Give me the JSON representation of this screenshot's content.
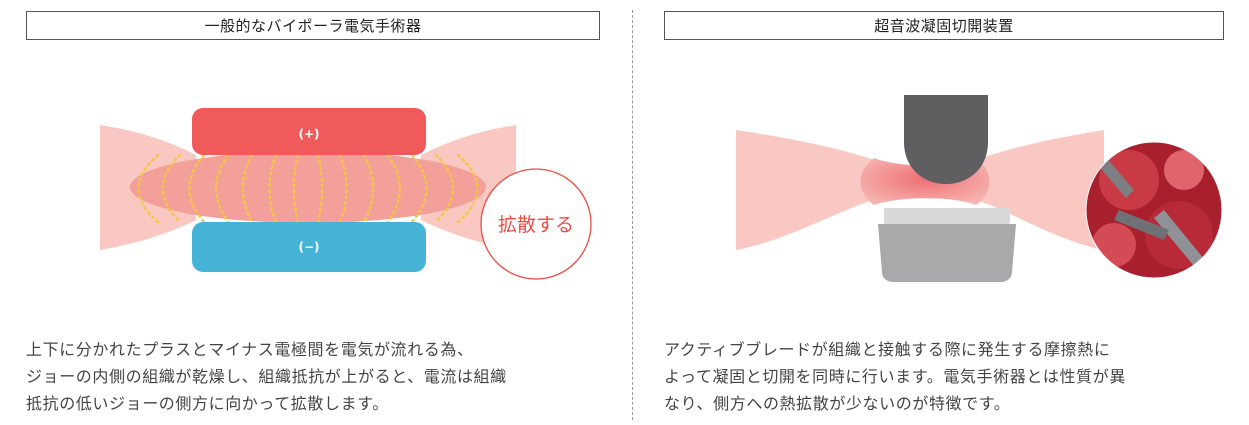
{
  "left": {
    "title": "一般的なバイポーラ電気手術器",
    "upper_jaw_label": "(+)",
    "lower_jaw_label": "(−)",
    "callout_label": "拡散する",
    "description_lines": [
      "上下に分かれたプラスとマイナス電極間を電気が流れる為、",
      "ジョーの内側の組織が乾燥し、組織抵抗が上がると、電流は組織",
      "抵抗の低いジョーの側方に向かって拡散します。"
    ]
  },
  "right": {
    "title": "超音波凝固切開装置",
    "description_lines": [
      "アクティブブレードが組織と接触する際に発生する摩擦熱に",
      "よって凝固と切開を同時に行います。電気手術器とは性質が異",
      "なり、側方への熱拡散が少ないのが特徴です。"
    ]
  },
  "colors": {
    "upper_jaw": "#f05a5b",
    "lower_jaw": "#45b3d6",
    "tissue_light": "#f9c8c3",
    "tissue_mid": "#f3a09b",
    "current_dots": "#f5c640",
    "callout_ring": "#e94e45",
    "blade_dark": "#5f5f61",
    "jaw_gray": "#a9a9ab",
    "pad_light": "#d8d8da"
  }
}
